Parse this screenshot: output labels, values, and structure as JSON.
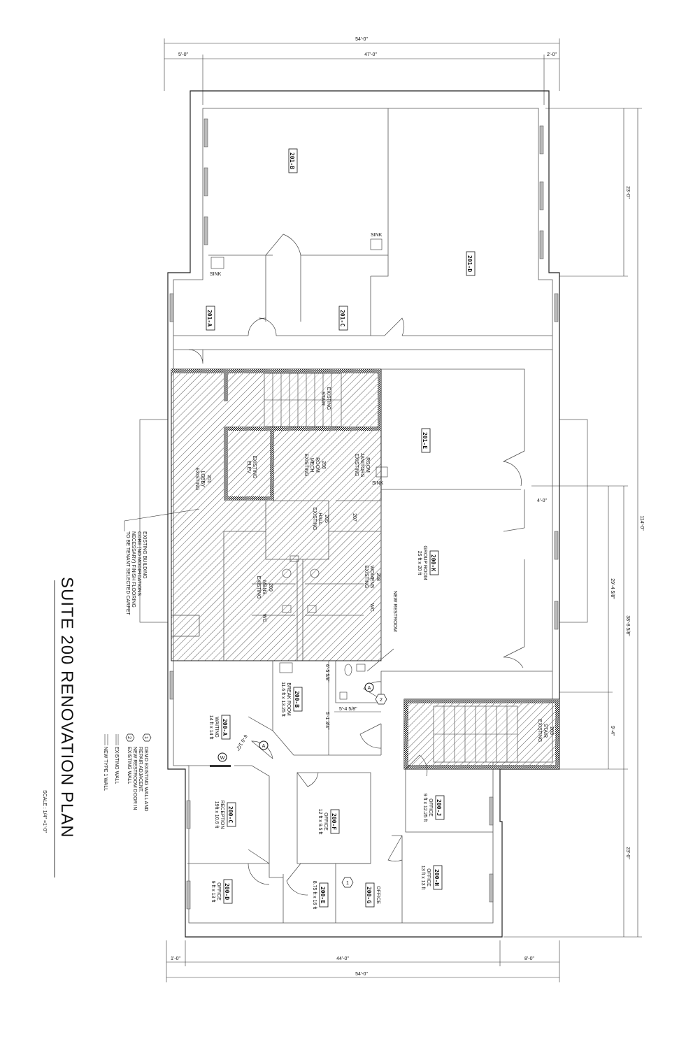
{
  "title": "SUITE 200 RENOVATION PLAN",
  "scale": "SCALE : 1/4\" =1'-0\"",
  "note_core": [
    "EXISTING BUILDING",
    "CORE (NO MODIFICATIONS",
    "NECESSARY) FINISH FLOORING",
    "TO BE TENANT SELECTED CARPET"
  ],
  "legend": {
    "item1_symbol": "1",
    "item1_lines": [
      "DEMO EXISTING WALL AND",
      "REPAIR ADJACENT."
    ],
    "item2_symbol": "2",
    "item2_lines": [
      "NEW RESTROOM DOOR IN",
      "EXISTING WALL"
    ],
    "existing_wall": "EXISTING WALL",
    "new_wall": "NEW TYPE 1 WALL"
  },
  "dimensions": {
    "top_overall": "54'-0\"",
    "top_left": "5'-0\"",
    "top_mid": "47'-0\"",
    "top_right": "2'-0\"",
    "right_upper": "23'-0\"",
    "right_overall": "114'-0\"",
    "right_group": "29'-4 5/8\"",
    "right_stair": "9'-4\"",
    "right_mid": "38'-8 5/8\"",
    "right_lower": "23'-0\"",
    "door_offset": "4'-0\"",
    "bottom_left": "1'-0\"",
    "bottom_mid": "44'-0\"",
    "bottom_right": "8'-0\"",
    "bottom_overall": "54'-0\"",
    "restroom_a": "6'-5 5/8\"",
    "restroom_b": "5'-4 5/8\"",
    "restroom_c": "5'-1 3/4\"",
    "waiting_diag": "6'-6 1/2\""
  },
  "rooms": {
    "r201a": {
      "tag": "201-A"
    },
    "r201b": {
      "tag": "201-B"
    },
    "r201c": {
      "tag": "201-C"
    },
    "r201d": {
      "tag": "201-D"
    },
    "r201e": {
      "tag": "201-E"
    },
    "lobby": {
      "name": [
        "EXISTING",
        "LOBBY"
      ],
      "tag": "201"
    },
    "stair_core": {
      "name": [
        "EXISTING",
        "STAIR"
      ]
    },
    "elev": {
      "name": [
        "EXISTING",
        "ELEV"
      ]
    },
    "mech": {
      "name": [
        "EXISTING",
        "MECH",
        "ROOM"
      ],
      "tag": "206"
    },
    "janitor": {
      "name": [
        "EXISTING",
        "JANITORS",
        "ROOM"
      ]
    },
    "hall": {
      "name": [
        "EXISTING",
        "HALL"
      ],
      "tag": "205"
    },
    "closet": {
      "tag": "207"
    },
    "womens": {
      "name": [
        "EXISTING",
        "WOMENS",
        "WC"
      ],
      "tag": "208"
    },
    "mens": {
      "name": [
        "EXISTING",
        "MENS",
        "WC"
      ],
      "tag": "209"
    },
    "stair_203": {
      "name": [
        "EXISTING",
        "STAIR"
      ],
      "tag": "203"
    },
    "group": {
      "tag": "200-K",
      "name": "GROUP ROOM",
      "size": "25 ft x 20 ft"
    },
    "break": {
      "tag": "200-B",
      "name": "BREAK ROOM",
      "size": "11.6 ft x 13.25 ft"
    },
    "waiting": {
      "tag": "200-A",
      "name": "WAITING",
      "size": "14 ft x 14 ft"
    },
    "reception": {
      "tag": "200-C",
      "name": "RECEPTION",
      "size": "19ft x 10.6 ft"
    },
    "office_d": {
      "tag": "200-D",
      "name": "OFFICE",
      "size": "9 ft x 13 ft"
    },
    "office_e": {
      "tag": "200-E",
      "size": "8.75 ft x 16 ft"
    },
    "office_f": {
      "tag": "200-F",
      "name": "OFFICE",
      "size": "12 ft x 9.5 ft"
    },
    "office_g": {
      "tag": "200-G",
      "name": "OFFICE"
    },
    "office_h": {
      "tag": "200-H",
      "name": "OFFICE",
      "size": "13 ft x 13 ft"
    },
    "office_j": {
      "tag": "200-J",
      "name": "OFFICE",
      "size": "9 ft x 12.25 ft"
    }
  },
  "sink_label": "SINK",
  "new_restroom": "NEW RESTROOM",
  "markers": {
    "door_a": "A",
    "keynote_1": "1",
    "keynote_2": "2",
    "w": "W"
  }
}
